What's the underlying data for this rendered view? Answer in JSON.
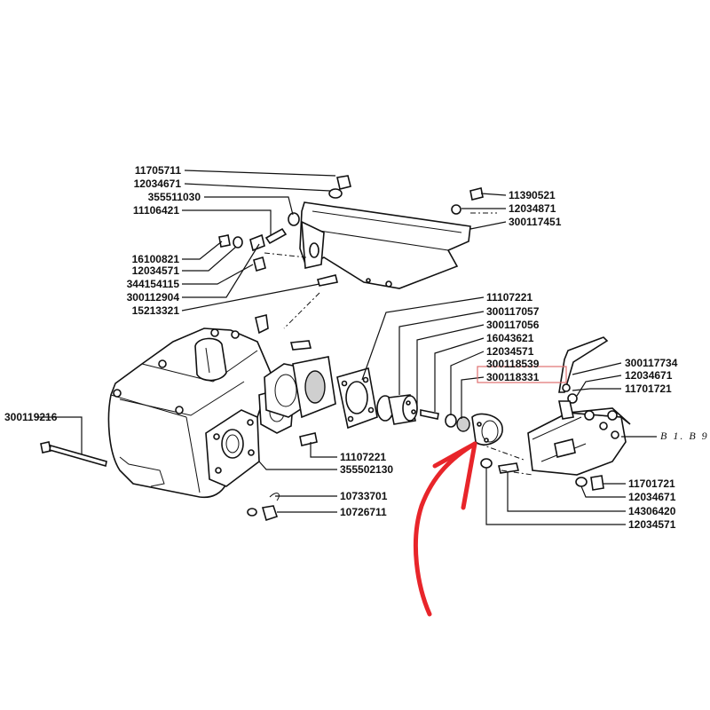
{
  "diagram": {
    "part_numbers": [
      "11705711",
      "12034671",
      "355511030",
      "11106421",
      "16100821",
      "12034571",
      "344154115",
      "300112904",
      "15213321",
      "11390521",
      "12034871",
      "300117451",
      "11107221",
      "300117057",
      "300117056",
      "16043621",
      "12034571",
      "300118539",
      "300118331",
      "300117734",
      "12034671",
      "11701721",
      "300119216",
      "11107221",
      "355502130",
      "10733701",
      "10726711",
      "11701721",
      "12034671",
      "14306420",
      "12034571"
    ],
    "highlighted_part": "300118331",
    "highlight_color": "#e07070",
    "arrow_color": "#e8252a",
    "section_code": "B 1. B 9"
  }
}
